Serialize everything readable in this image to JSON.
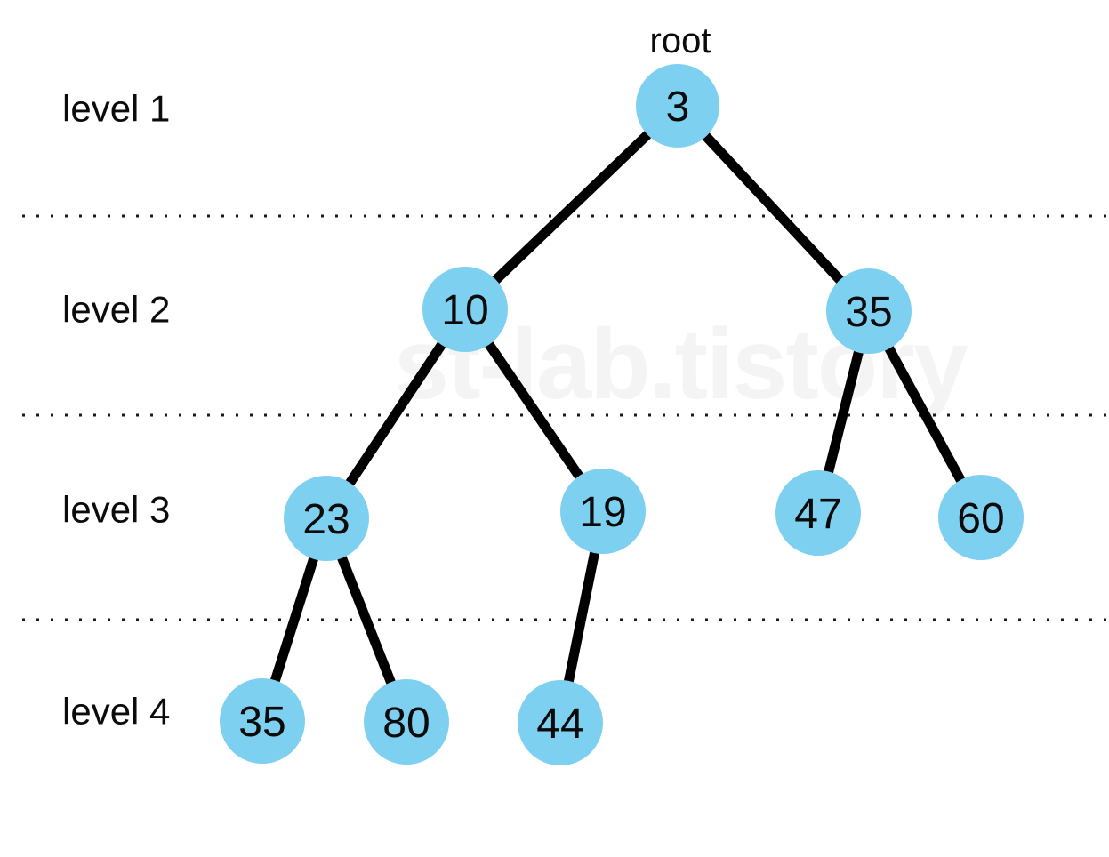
{
  "labels": {
    "root": "root",
    "levels": [
      "level 1",
      "level 2",
      "level 3",
      "level 4"
    ]
  },
  "watermark": "st-lab.tistory",
  "colors": {
    "background": "#ffffff",
    "node_fill": "#7ed0f0",
    "node_text": "#0b0b0b",
    "edge": "#000000",
    "divider_dots": "#1a1a1a",
    "watermark": "#f4f4f4"
  },
  "tree": {
    "nodes": [
      {
        "value": "3",
        "level": 1
      },
      {
        "value": "10",
        "level": 2
      },
      {
        "value": "35",
        "level": 2
      },
      {
        "value": "23",
        "level": 3
      },
      {
        "value": "19",
        "level": 3
      },
      {
        "value": "47",
        "level": 3
      },
      {
        "value": "60",
        "level": 3
      },
      {
        "value": "35",
        "level": 4
      },
      {
        "value": "80",
        "level": 4
      },
      {
        "value": "44",
        "level": 4
      }
    ],
    "edges": [
      {
        "parent": "3",
        "child": "10"
      },
      {
        "parent": "3",
        "child": "35"
      },
      {
        "parent": "10",
        "child": "23"
      },
      {
        "parent": "10",
        "child": "19"
      },
      {
        "parent": "35",
        "child": "47"
      },
      {
        "parent": "35",
        "child": "60"
      },
      {
        "parent": "23",
        "child": "35"
      },
      {
        "parent": "23",
        "child": "80"
      },
      {
        "parent": "19",
        "child": "44"
      }
    ]
  }
}
